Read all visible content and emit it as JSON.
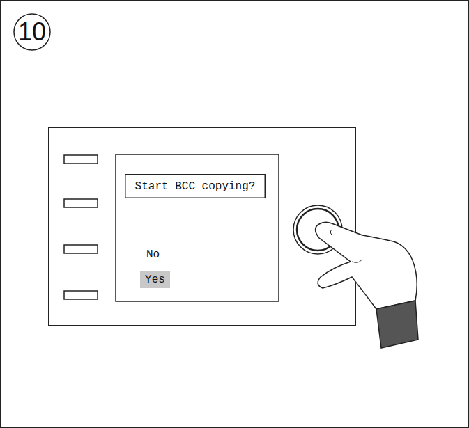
{
  "diagram": {
    "nodes": [
      {
        "text": [
          "10"
        ]
      },
      {
        "text": [
          "Start BCC copying?"
        ]
      },
      {
        "text": [
          "Yes"
        ]
      }
    ],
    "labels": [
      "No"
    ]
  }
}
